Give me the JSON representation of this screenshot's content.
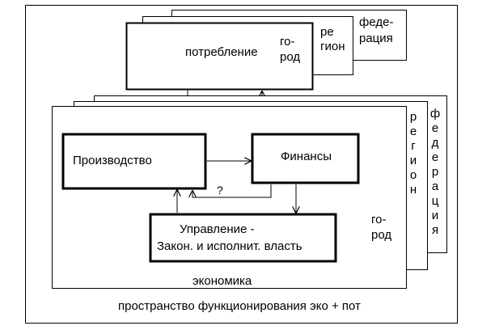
{
  "labels": {
    "top_federation_1": "феде-",
    "top_federation_2": "рация",
    "top_region_1": "ре",
    "top_region_2": "гион",
    "top_city_1": "го-",
    "top_city_2": "род",
    "consumption": "потребление",
    "bottom_federation_vertical": "федерация",
    "bottom_region_vertical": "регион",
    "bottom_city_1": "го-",
    "bottom_city_2": "род",
    "production": "Производство",
    "finance": "Финансы",
    "management_1": "Управление -",
    "management_2": "Закон. и исполнит. власть",
    "question": "?",
    "economy": "экономика",
    "footer": "пространство функционирования  эко + пот"
  }
}
